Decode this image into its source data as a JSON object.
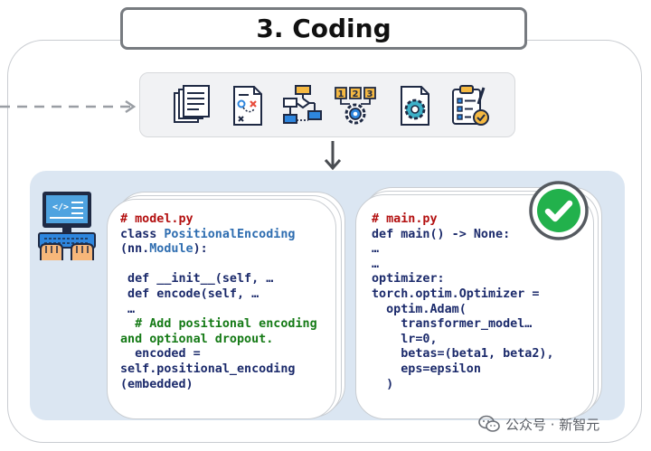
{
  "title": "3. Coding",
  "toolbar": {
    "icons": [
      "documents-icon",
      "strategy-sheet-icon",
      "flowchart-icon",
      "numbered-steps-gear-icon",
      "settings-file-icon",
      "clipboard-checklist-icon"
    ]
  },
  "code_left": {
    "lines": [
      {
        "text": "# model.py",
        "style": "cm"
      },
      {
        "text": "class ",
        "style": "kw",
        "rest": "PositionalEncoding",
        "rest_style": "cl"
      },
      {
        "text": "(nn.",
        "style": "kw",
        "rest": "Module",
        "rest_style": "cl",
        "tail": "):"
      },
      {
        "text": "",
        "style": "kw"
      },
      {
        "text": " def __init__(self, …",
        "style": "kw"
      },
      {
        "text": " def encode(self, …",
        "style": "kw"
      },
      {
        "text": " …",
        "style": "kw"
      },
      {
        "text": "  # Add positional encoding",
        "style": "gc"
      },
      {
        "text": "and optional dropout.",
        "style": "gc"
      },
      {
        "text": "  encoded =",
        "style": "kw"
      },
      {
        "text": "self.positional_encoding",
        "style": "kw"
      },
      {
        "text": "(embedded)",
        "style": "kw"
      }
    ]
  },
  "code_right": {
    "lines": [
      {
        "text": "# main.py",
        "style": "cm"
      },
      {
        "text": "def main() -> None:",
        "style": "kw"
      },
      {
        "text": "…",
        "style": "kw"
      },
      {
        "text": "…",
        "style": "kw"
      },
      {
        "text": "optimizer:",
        "style": "kw"
      },
      {
        "text": "torch.optim.Optimizer =",
        "style": "kw"
      },
      {
        "text": "  optim.Adam(",
        "style": "kw"
      },
      {
        "text": "    transformer_model…",
        "style": "kw"
      },
      {
        "text": "    lr=0,",
        "style": "kw"
      },
      {
        "text": "    betas=(beta1, beta2),",
        "style": "kw"
      },
      {
        "text": "    eps=epsilon",
        "style": "kw"
      },
      {
        "text": "  )",
        "style": "kw"
      }
    ]
  },
  "watermark": "公众号 · 新智元",
  "colors": {
    "check_green": "#22b14c",
    "panel_blue": "#dbe6f2",
    "code_navy": "#1b2a6b",
    "comment_red": "#b31010",
    "comment_green": "#157a16"
  }
}
